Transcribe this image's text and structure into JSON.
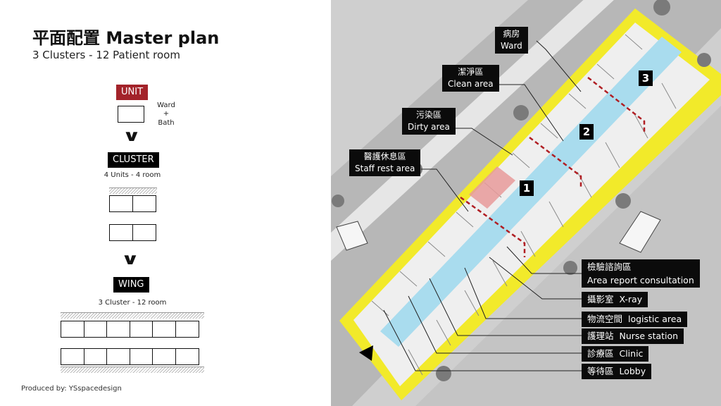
{
  "header": {
    "title": "平面配置  Master plan",
    "subtitle": "3 Clusters - 12 Patient room"
  },
  "hierarchy": {
    "unit": {
      "label": "UNIT",
      "caption_line1": "Ward",
      "caption_line2": "+",
      "caption_line3": "Bath"
    },
    "cluster": {
      "label": "CLUSTER",
      "caption": "4 Units - 4 room"
    },
    "wing": {
      "label": "WING",
      "caption": "3 Cluster - 12 room"
    }
  },
  "credit": "Produced by: YSspacedesign",
  "callouts": {
    "ward": {
      "zh": "病房",
      "en": "Ward"
    },
    "clean": {
      "zh": "潔淨區",
      "en": "Clean area"
    },
    "dirty": {
      "zh": "污染區",
      "en": "Dirty area"
    },
    "staff": {
      "zh": "醫護休息區",
      "en": "Staff rest area"
    }
  },
  "cluster_numbers": [
    "1",
    "2",
    "3"
  ],
  "legend": [
    {
      "zh": "檢驗諮詢區",
      "en": "Area report consultation"
    },
    {
      "zh": "攝影室",
      "en": "X-ray"
    },
    {
      "zh": "物流空間",
      "en": "logistic area"
    },
    {
      "zh": "護理站",
      "en": "Nurse station"
    },
    {
      "zh": "診療區",
      "en": "Clinic"
    },
    {
      "zh": "等待區",
      "en": "Lobby"
    }
  ],
  "colors": {
    "unit_tag": "#a3232a",
    "outline_yellow": "#f2ea2a",
    "corridor_blue": "#a9dcee",
    "cluster_divider": "#b01e23"
  }
}
